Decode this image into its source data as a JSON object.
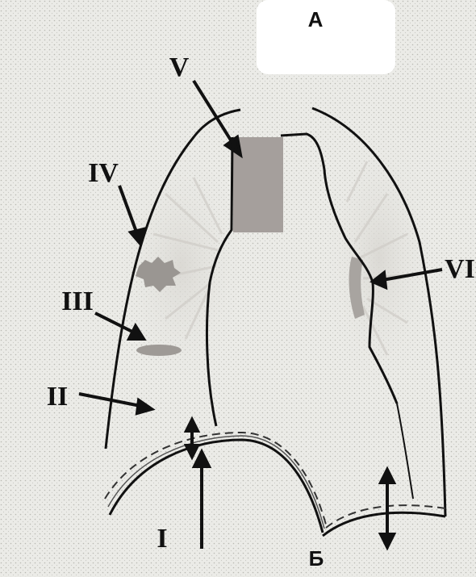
{
  "labels": {
    "top": "A",
    "bottom": "Б",
    "i": "I",
    "ii": "II",
    "iii": "III",
    "iv": "IV",
    "v": "V",
    "vi": "VI"
  },
  "colors": {
    "background": "#e9e9e5",
    "outline": "#111111",
    "mediastinum_block": "#a59f9c",
    "lesion": "#9a9692"
  }
}
